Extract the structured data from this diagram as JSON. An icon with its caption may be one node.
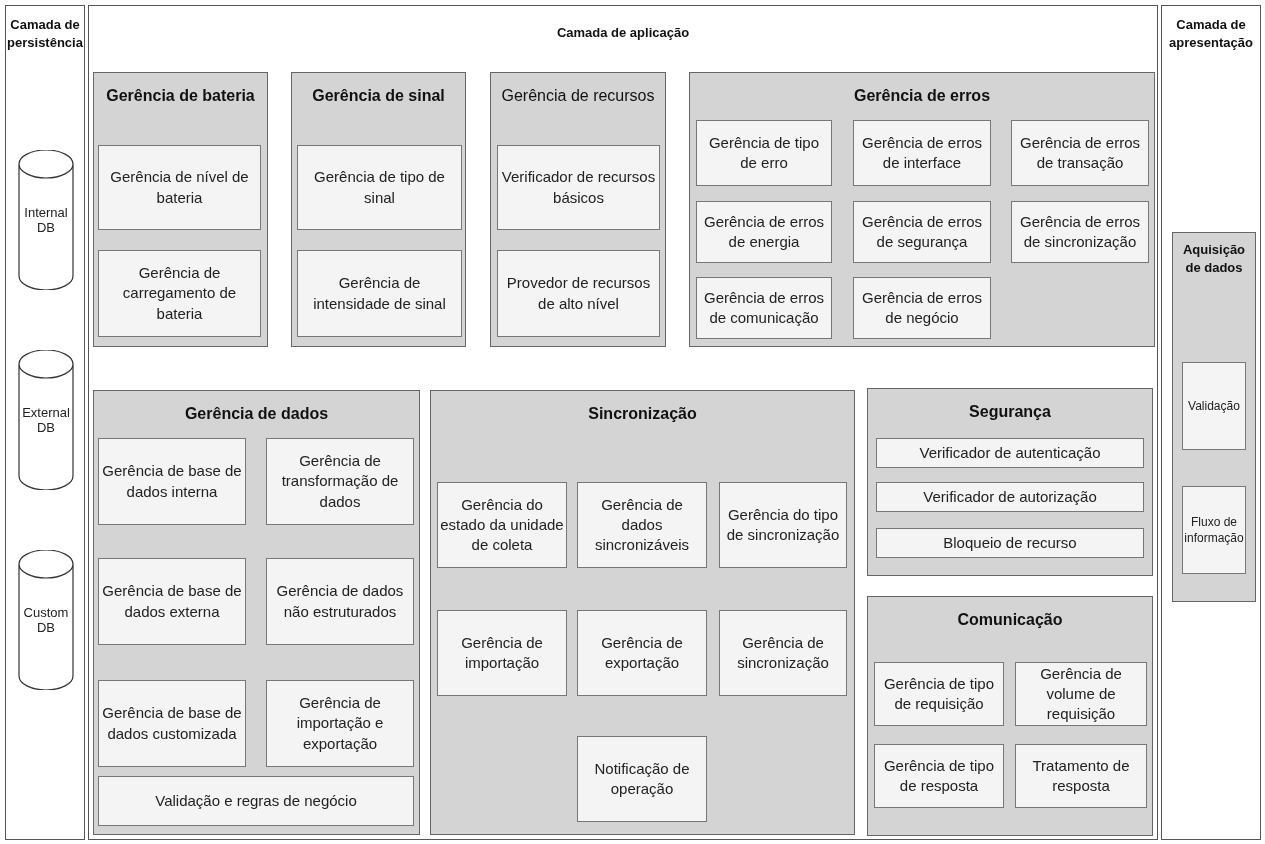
{
  "diagram": {
    "nodes": [
      {
        "text": [
          "Camada de persistência"
        ]
      },
      {
        "text": [
          "Internal DB"
        ],
        "in": 0
      },
      {
        "text": [
          "External DB"
        ],
        "in": 0
      },
      {
        "text": [
          "Custom DB"
        ],
        "in": 0
      },
      {
        "text": [
          "Camada de aplicação"
        ]
      },
      {
        "text": [
          "Gerência de bateria"
        ],
        "in": 4
      },
      {
        "text": [
          "Gerência de nível de bateria"
        ],
        "in": 5
      },
      {
        "text": [
          "Gerência de carregamento de bateria"
        ],
        "in": 5
      },
      {
        "text": [
          "Gerência de sinal"
        ],
        "in": 4
      },
      {
        "text": [
          "Gerência de tipo de sinal"
        ],
        "in": 8
      },
      {
        "text": [
          "Gerência de intensidade de sinal"
        ],
        "in": 8
      },
      {
        "text": [
          "Gerência de recursos"
        ],
        "in": 4
      },
      {
        "text": [
          "Verificador de recursos básicos"
        ],
        "in": 11
      },
      {
        "text": [
          "Provedor de recursos de alto nível"
        ],
        "in": 11
      },
      {
        "text": [
          "Gerência de erros"
        ],
        "in": 4
      },
      {
        "text": [
          "Gerência de tipo de erro"
        ],
        "in": 14
      },
      {
        "text": [
          "Gerência de erros de interface"
        ],
        "in": 14
      },
      {
        "text": [
          "Gerência de erros de transação"
        ],
        "in": 14
      },
      {
        "text": [
          "Gerência de erros de energia"
        ],
        "in": 14
      },
      {
        "text": [
          "Gerência de erros de segurança"
        ],
        "in": 14
      },
      {
        "text": [
          "Gerência de erros de sincronização"
        ],
        "in": 14
      },
      {
        "text": [
          "Gerência de erros de comunicação"
        ],
        "in": 14
      },
      {
        "text": [
          "Gerência de erros de negócio"
        ],
        "in": 14
      },
      {
        "text": [
          "Gerência de dados"
        ],
        "in": 4
      },
      {
        "text": [
          "Gerência de base de dados interna"
        ],
        "in": 23
      },
      {
        "text": [
          "Gerência de transformação de dados"
        ],
        "in": 23
      },
      {
        "text": [
          "Gerência de base de dados externa"
        ],
        "in": 23
      },
      {
        "text": [
          "Gerência de dados não estruturados"
        ],
        "in": 23
      },
      {
        "text": [
          "Gerência de base de dados customizada"
        ],
        "in": 23
      },
      {
        "text": [
          "Gerência de importação e exportação"
        ],
        "in": 23
      },
      {
        "text": [
          "Validação e regras de negócio"
        ],
        "in": 23
      },
      {
        "text": [
          "Sincronização"
        ],
        "in": 4
      },
      {
        "text": [
          "Gerência do estado da unidade de coleta"
        ],
        "in": 31
      },
      {
        "text": [
          "Gerência de dados sincronizáveis"
        ],
        "in": 31
      },
      {
        "text": [
          "Gerência do tipo de sincronização"
        ],
        "in": 31
      },
      {
        "text": [
          "Gerência de importação"
        ],
        "in": 31
      },
      {
        "text": [
          "Gerência de exportação"
        ],
        "in": 31
      },
      {
        "text": [
          "Gerência de sincronização"
        ],
        "in": 31
      },
      {
        "text": [
          "Notificação de operação"
        ],
        "in": 31
      },
      {
        "text": [
          "Segurança"
        ],
        "in": 4
      },
      {
        "text": [
          "Verificador de autenticação"
        ],
        "in": 39
      },
      {
        "text": [
          "Verificador de autorização"
        ],
        "in": 39
      },
      {
        "text": [
          "Bloqueio de recurso"
        ],
        "in": 39
      },
      {
        "text": [
          "Comunicação"
        ],
        "in": 4
      },
      {
        "text": [
          "Gerência de tipo de requisição"
        ],
        "in": 43
      },
      {
        "text": [
          "Gerência de volume de requisição"
        ],
        "in": 43
      },
      {
        "text": [
          "Gerência de tipo de resposta"
        ],
        "in": 43
      },
      {
        "text": [
          "Tratamento de resposta"
        ],
        "in": 43
      },
      {
        "text": [
          "Camada de apresentação"
        ]
      },
      {
        "text": [
          "Aquisição de dados"
        ],
        "in": 48
      },
      {
        "text": [
          "Validação"
        ],
        "in": 49
      },
      {
        "text": [
          "Fluxo de informação"
        ],
        "in": 49
      }
    ]
  }
}
